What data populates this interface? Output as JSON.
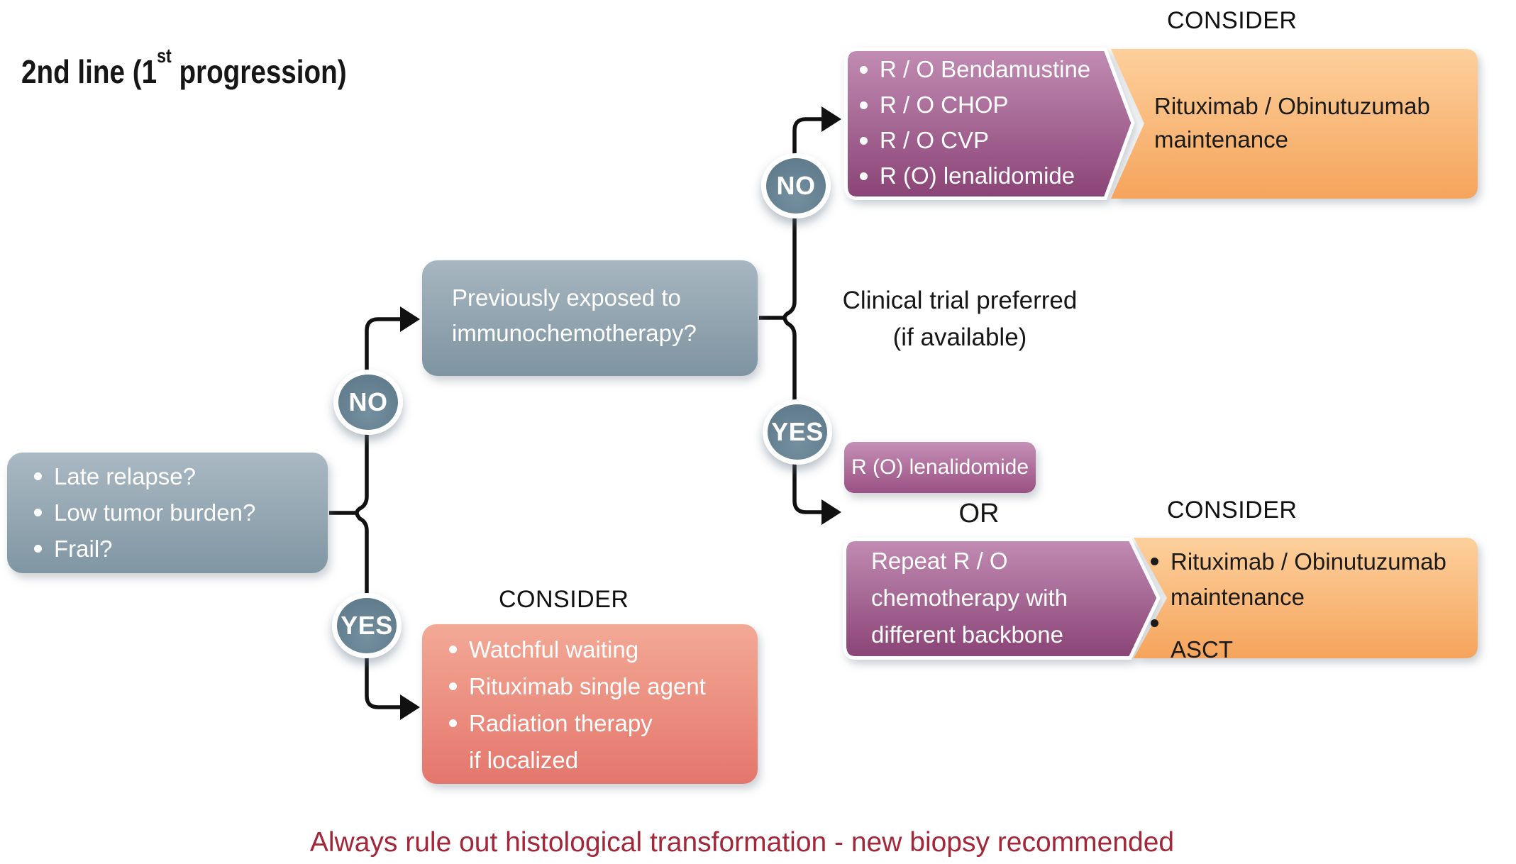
{
  "title": {
    "prefix": "2nd line (1",
    "sup": "st",
    "suffix": " progression)"
  },
  "criteria_box": {
    "items": [
      "Late relapse?",
      "Low tumor burden?",
      "Frail?"
    ]
  },
  "question_box": {
    "text": "Previously exposed to\nimmunochemotherapy?"
  },
  "decisions": {
    "left_no": "NO",
    "left_yes": "YES",
    "right_no": "NO",
    "right_yes": "YES"
  },
  "no_path": {
    "options": {
      "items": [
        "R / O Bendamustine",
        "R / O CHOP",
        "R / O CVP",
        "R (O) lenalidomide"
      ]
    },
    "consider": {
      "heading": "CONSIDER",
      "text": "Rituximab / Obinutuzumab\nmaintenance"
    }
  },
  "yes_path": {
    "note": "Clinical trial preferred\n(if available)",
    "option1": "R (O) lenalidomide",
    "or_label": "OR",
    "option2": "Repeat R / O\nchemotherapy with\ndifferent backbone",
    "consider": {
      "heading": "CONSIDER",
      "items": [
        "Rituximab / Obinutuzumab\nmaintenance",
        "ASCT"
      ]
    }
  },
  "frail_path": {
    "consider": {
      "heading": "CONSIDER",
      "items": [
        "Watchful waiting",
        "Rituximab single agent",
        "Radiation therapy\nif localized"
      ]
    }
  },
  "footnote": "Always rule out histological transformation - new biopsy recommended",
  "colors": {
    "slate_top": "#a9b8c2",
    "slate_bottom": "#8096a3",
    "circle_fill": "#5e7a8b",
    "purple_top": "#c18cb3",
    "purple_bottom": "#8a4376",
    "orange_top": "#fdd09c",
    "orange_bottom": "#f5a45c",
    "salmon_top": "#f3a996",
    "salmon_bottom": "#e4766c",
    "note_red": "#a32639",
    "line_black": "#111111"
  }
}
